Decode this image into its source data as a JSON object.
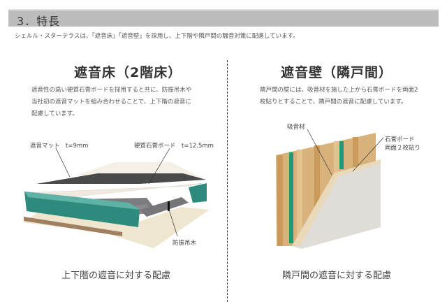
{
  "header": {
    "title": "3．特長"
  },
  "intro": "シェルル・スターテラスは、「遮音床」「遮音壁」を採用し、上下階や隣戸間の騒音対策に配慮しています。",
  "left_section": {
    "title": "遮音床（2階床）",
    "description_lines": [
      "遮音性の高い硬質石膏ボードを採用すると共に、防振吊木や",
      "当社初の遮音マットを組み合わせることで、上下階の遮音に",
      "配慮しています。"
    ],
    "labels": {
      "mat": "遮音マット　t=9mm",
      "board": "硬質石膏ボード　t=12.5mm",
      "hanger": "防振吊木"
    },
    "caption": "上下階の遮音に対する配慮"
  },
  "right_section": {
    "title": "遮音壁（隣戸間）",
    "description_lines": [
      "隣戸間の壁には、吸音材を施した上から石膏ボードを両面2",
      "枚貼りとすることで、隣戸間の遮音に配慮しています。"
    ],
    "labels": {
      "absorber": "吸音材",
      "board_line1": "石膏ボード",
      "board_line2": "両面２枚貼り"
    },
    "caption": "隣戸間の遮音に対する配慮"
  },
  "colors": {
    "header_bg": "#bcbcbc",
    "steel_beam": "#2e8a7c",
    "mat": "#4a4a4a",
    "wood": "#d8b27a",
    "board": "#e6e2dc",
    "insulation": "#1f9a78"
  }
}
